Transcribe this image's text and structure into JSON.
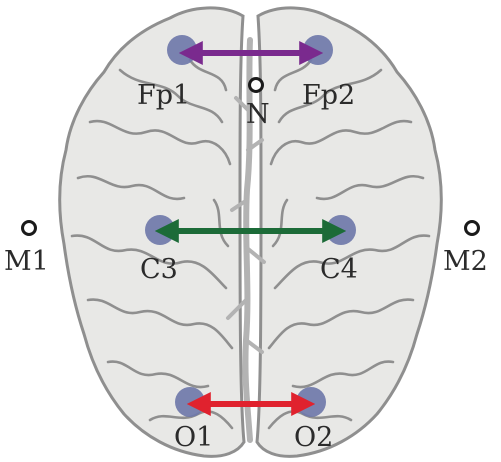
{
  "electrodes": [
    {
      "id": "fp1",
      "label": "Fp1"
    },
    {
      "id": "fp2",
      "label": "Fp2"
    },
    {
      "id": "c3",
      "label": "C3"
    },
    {
      "id": "c4",
      "label": "C4"
    },
    {
      "id": "o1",
      "label": "O1"
    },
    {
      "id": "o2",
      "label": "O2"
    }
  ],
  "references": [
    {
      "id": "n",
      "label": "N"
    },
    {
      "id": "m1",
      "label": "M1"
    },
    {
      "id": "m2",
      "label": "M2"
    }
  ],
  "connections": [
    {
      "from": "Fp1",
      "to": "Fp2",
      "color": "#7a2a8e"
    },
    {
      "from": "C3",
      "to": "C4",
      "color": "#1c6b38"
    },
    {
      "from": "O1",
      "to": "O2",
      "color": "#e0222e"
    }
  ],
  "colors": {
    "brain_fill": "#e8e8e6",
    "brain_outline": "#8f8f8f",
    "fissure": "#b3b3b3",
    "electrode": "#6f78aa",
    "reference_ring": "#1a1a1a"
  }
}
